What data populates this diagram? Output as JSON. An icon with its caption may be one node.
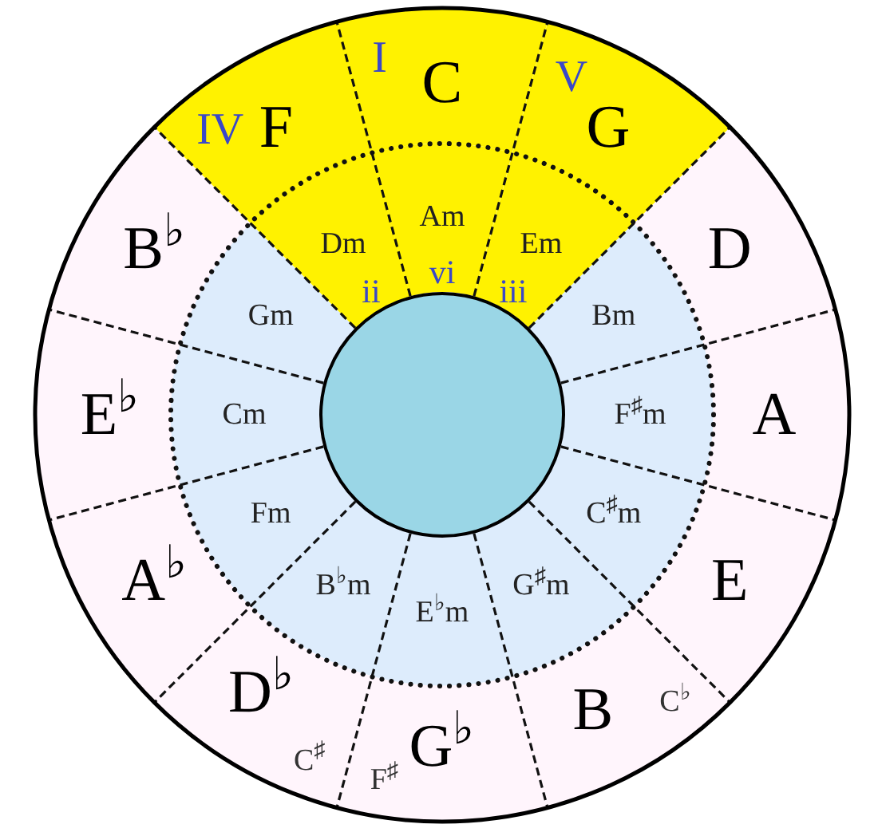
{
  "diagram": {
    "nodes": [
      {
        "text": [
          "C",
          "I"
        ]
      },
      {
        "text": [
          "G",
          "V"
        ]
      },
      {
        "text": [
          "D"
        ]
      },
      {
        "text": [
          "A"
        ]
      },
      {
        "text": [
          "E"
        ]
      },
      {
        "text": [
          "B",
          "C$^{♭}$"
        ]
      },
      {
        "text": [
          "G$^{♭}$",
          "F$^{♯}$"
        ]
      },
      {
        "text": [
          "D$^{♭}$",
          "C$^{♯}$"
        ]
      },
      {
        "text": [
          "A$^{♭}$"
        ]
      },
      {
        "text": [
          "E$^{♭}$"
        ]
      },
      {
        "text": [
          "B$^{♭}$"
        ]
      },
      {
        "text": [
          "IV",
          "F"
        ]
      },
      {
        "text": [
          "Am",
          "vi"
        ]
      },
      {
        "text": [
          "Em",
          "iii"
        ]
      },
      {
        "text": [
          "Bm"
        ]
      },
      {
        "text": [
          "F$^{♯}$m"
        ]
      },
      {
        "text": [
          "C$^{♯}$m"
        ]
      },
      {
        "text": [
          "G$^{♯}$m"
        ]
      },
      {
        "text": [
          "E$^{♭}$m"
        ]
      },
      {
        "text": [
          "B$^{♭}$m"
        ]
      },
      {
        "text": [
          "Fm"
        ]
      },
      {
        "text": [
          "Cm"
        ]
      },
      {
        "text": [
          "Gm"
        ]
      },
      {
        "text": [
          "Dm",
          "ii"
        ]
      },
      {
        "text": [],
        "shape": "circle"
      }
    ]
  }
}
